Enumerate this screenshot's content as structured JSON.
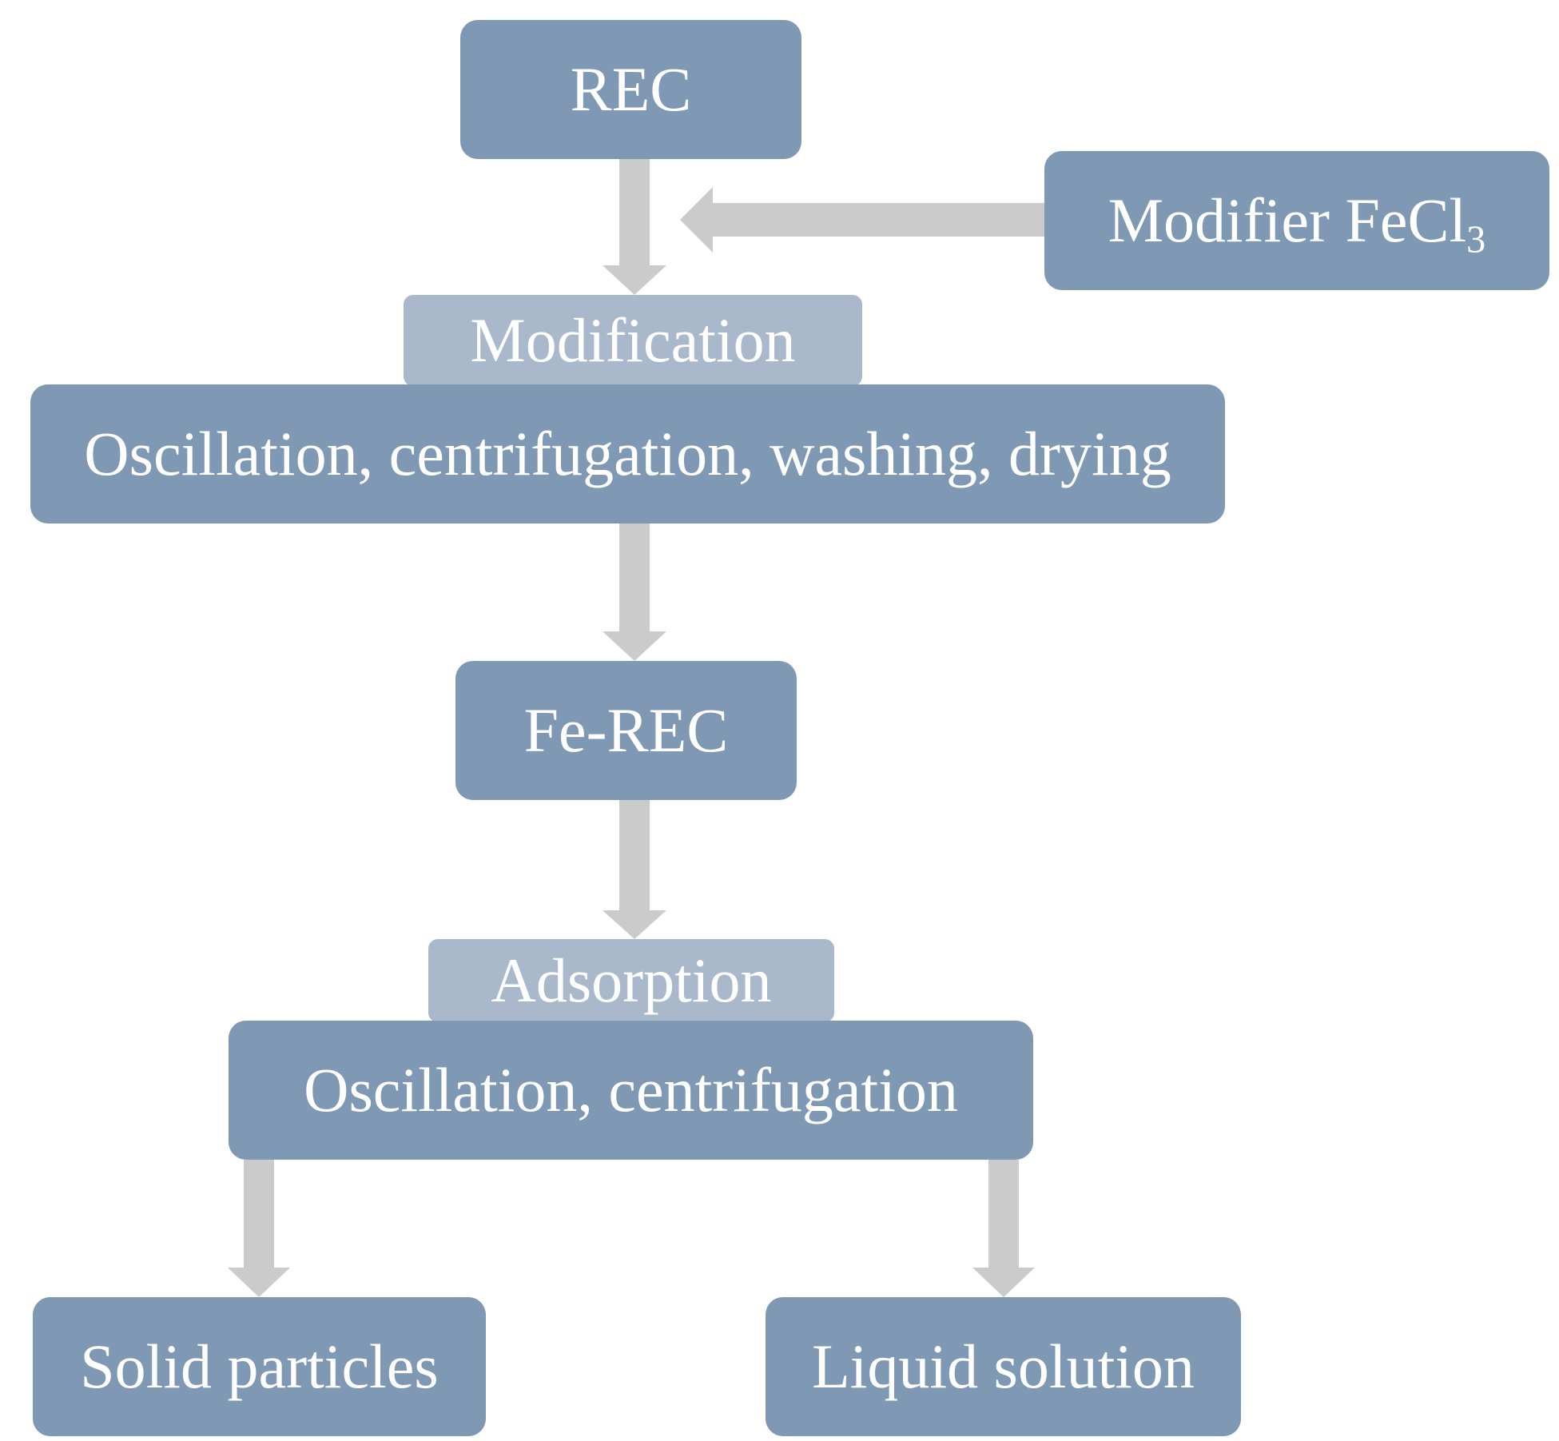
{
  "diagram": {
    "nodes": {
      "rec": "REC",
      "modifier": {
        "text": "Modifier FeCl",
        "subscript": "3"
      },
      "modification": "Modification",
      "process_1": "Oscillation, centrifugation, washing, drying",
      "fe_rec": "Fe-REC",
      "adsorption": "Adsorption",
      "process_2": "Oscillation, centrifugation",
      "solid": "Solid particles",
      "liquid": "Liquid solution"
    },
    "edges": [
      {
        "from": "rec",
        "to": "modification"
      },
      {
        "from": "modifier",
        "to": "rec-modification-arrow"
      },
      {
        "from": "process_1",
        "to": "fe_rec"
      },
      {
        "from": "fe_rec",
        "to": "adsorption"
      },
      {
        "from": "process_2",
        "to": "solid"
      },
      {
        "from": "process_2",
        "to": "liquid"
      }
    ],
    "colors": {
      "box": "#7f98b3",
      "box_light": "#a9b9cb",
      "arrow": "#cbcbcb",
      "text": "#ffffff"
    }
  }
}
